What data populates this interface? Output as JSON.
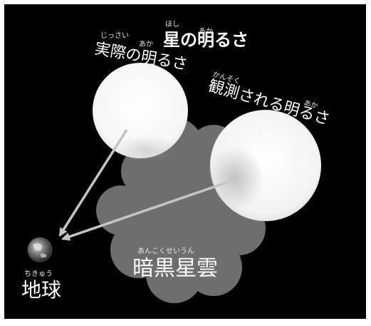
{
  "title": {
    "ruby_hoshi": "ほし",
    "ruby_aka": "あか",
    "text": "星の明るさ"
  },
  "actual": {
    "ruby_jissai": "じっさい",
    "ruby_aka": "あか",
    "text": "実際の明るさ"
  },
  "observed": {
    "ruby_kansoku": "かんそく",
    "ruby_aka": "あか",
    "text": "観測される明るさ"
  },
  "nebula": {
    "ruby": "あんこくせいうん",
    "text": "暗黒星雲"
  },
  "earth": {
    "ruby": "ちきゅう",
    "text": "地球"
  },
  "colors": {
    "background": "#000000",
    "star": "#ffffff",
    "nebula": "#6e6e6e",
    "arrow": "#c4c4c4",
    "text": "#ffffff"
  }
}
